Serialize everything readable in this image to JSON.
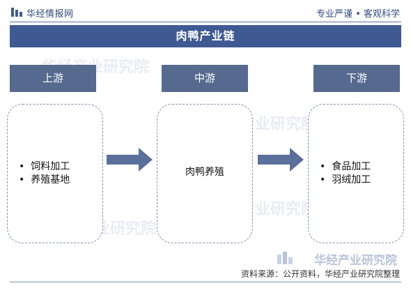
{
  "header": {
    "brand": "华经情报网",
    "tagline": "专业严谨 • 客观科学"
  },
  "title": "肉鸭产业链",
  "stages": {
    "upstream": {
      "label": "上游",
      "items": [
        "饲料加工",
        "养殖基地"
      ]
    },
    "midstream": {
      "label": "中游",
      "text": "肉鸭养殖"
    },
    "downstream": {
      "label": "下游",
      "items": [
        "食品加工",
        "羽绒加工"
      ]
    }
  },
  "footer": {
    "brand": "华经产业研究院",
    "source": "资料来源：公开资料，华经产业研究院整理"
  },
  "colors": {
    "title_bar": "#3f5a93",
    "stage_header": "#56698f",
    "arrow": "#5a6f9a"
  }
}
